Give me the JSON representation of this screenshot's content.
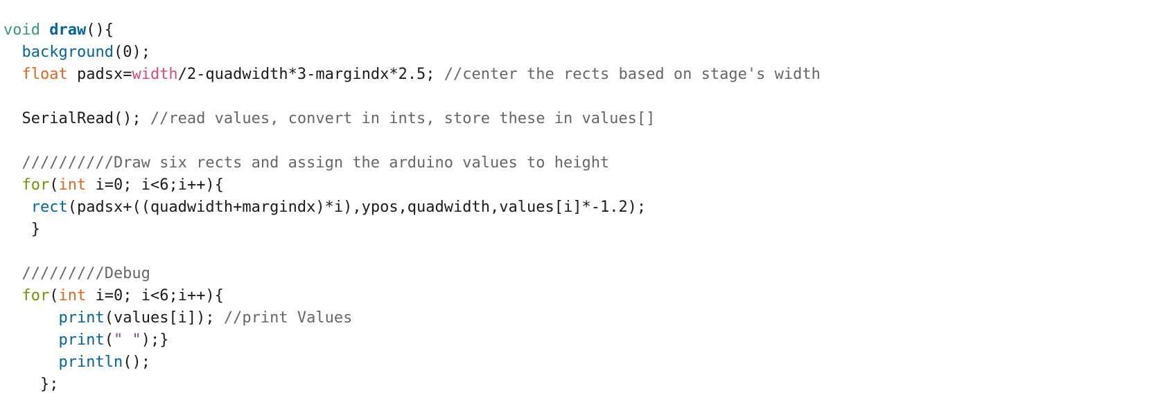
{
  "editor": {
    "lines": [
      [
        {
          "t": "void",
          "k": "type"
        },
        {
          "t": " ",
          "k": "plain"
        },
        {
          "t": "draw",
          "k": "fn-bold"
        },
        {
          "t": "(){",
          "k": "plain"
        }
      ],
      [
        {
          "t": "  ",
          "k": "plain"
        },
        {
          "t": "background",
          "k": "fn"
        },
        {
          "t": "(0);",
          "k": "plain"
        }
      ],
      [
        {
          "t": "  ",
          "k": "plain"
        },
        {
          "t": "float",
          "k": "kw"
        },
        {
          "t": " padsx=",
          "k": "plain"
        },
        {
          "t": "width",
          "k": "var"
        },
        {
          "t": "/2-quadwidth*3-margindx*2.5; ",
          "k": "plain"
        },
        {
          "t": "//center the rects based on stage's width",
          "k": "comment"
        }
      ],
      [],
      [
        {
          "t": "  SerialRead(); ",
          "k": "plain"
        },
        {
          "t": "//read values, convert in ints, store these in values[]",
          "k": "comment"
        }
      ],
      [],
      [
        {
          "t": "  //////////Draw six rects and assign the arduino values to height",
          "k": "comment"
        }
      ],
      [
        {
          "t": "  ",
          "k": "plain"
        },
        {
          "t": "for",
          "k": "ctrl"
        },
        {
          "t": "(",
          "k": "plain"
        },
        {
          "t": "int",
          "k": "kw"
        },
        {
          "t": " i=0; i<6;i++){",
          "k": "plain"
        }
      ],
      [
        {
          "t": "   ",
          "k": "plain"
        },
        {
          "t": "rect",
          "k": "fn"
        },
        {
          "t": "(padsx+((quadwidth+margindx)*i),ypos,quadwidth,values[i]*-1.2);",
          "k": "plain"
        }
      ],
      [
        {
          "t": "   }",
          "k": "plain"
        }
      ],
      [],
      [
        {
          "t": "  /////////Debug",
          "k": "comment"
        }
      ],
      [
        {
          "t": "  ",
          "k": "plain"
        },
        {
          "t": "for",
          "k": "ctrl"
        },
        {
          "t": "(",
          "k": "plain"
        },
        {
          "t": "int",
          "k": "kw"
        },
        {
          "t": " i=0; i<6;i++){",
          "k": "plain"
        }
      ],
      [
        {
          "t": "      ",
          "k": "plain"
        },
        {
          "t": "print",
          "k": "fn"
        },
        {
          "t": "(values[i]); ",
          "k": "plain"
        },
        {
          "t": "//print Values",
          "k": "comment"
        }
      ],
      [
        {
          "t": "      ",
          "k": "plain"
        },
        {
          "t": "print",
          "k": "fn"
        },
        {
          "t": "(",
          "k": "plain"
        },
        {
          "t": "\" \"",
          "k": "str"
        },
        {
          "t": ");}",
          "k": "plain"
        }
      ],
      [
        {
          "t": "      ",
          "k": "plain"
        },
        {
          "t": "println",
          "k": "fn"
        },
        {
          "t": "();",
          "k": "plain"
        }
      ],
      [
        {
          "t": "    };",
          "k": "plain"
        }
      ]
    ]
  }
}
